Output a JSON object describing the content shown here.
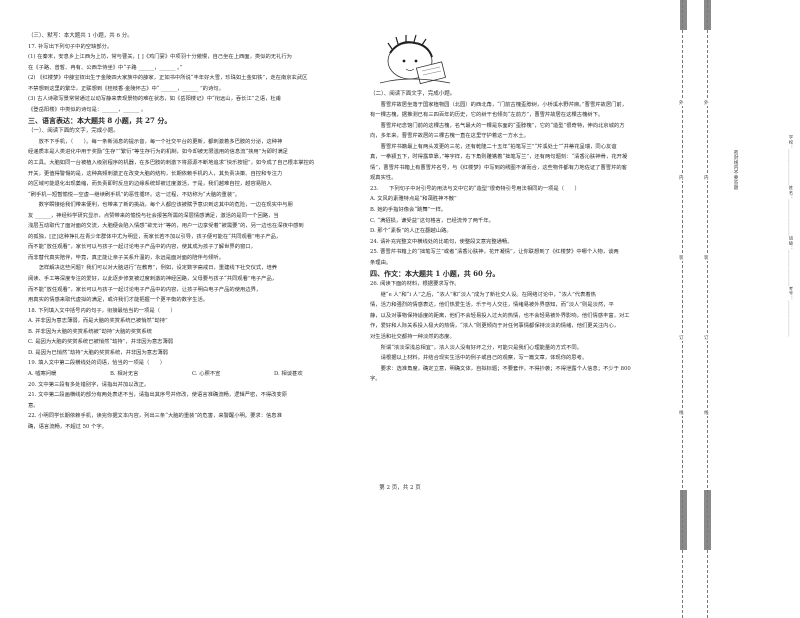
{
  "left_column": [
    {
      "text": "（三）、默写：本大题共 1 小题，共 6 分。",
      "kind": "cap"
    },
    {
      "text": "17. 补写出下列句子中的空缺部分。"
    },
    {
      "text": "(1) 在秦末，安息乡上江西为上坊，常与曹关，[ ]《鸡门宴》中项羽十分傲慢，自己坐在上西面，类似的无礼行为"
    },
    {
      "text": "在《子路、曾晳、冉有、公西华侍坐》中“子路 ______，______ 。”"
    },
    {
      "text": "(2) 《红楼梦》中薛宝钗出生于金陵四大家族中的薛家，正如书中所说“丰年好大雪，珍珠如土金如铁”，走在南京玄武区"
    },
    {
      "text": "不禁想到这里的繁华，正联想到《桂枝香·金陵怀古》中“ ______，______ ”的诗句。"
    },
    {
      "text": "(3) 古人诗歌写景常常通过以动写静来表现景物的难在状态，如《岳阳楼记》中“衔远山，吞长江”之语，杜甫"
    },
    {
      "text": "《登岳阳楼》中类似的诗句是：______，______ 。"
    },
    {
      "text": "三、语言表达：本大题共 8 小题，共 27 分。",
      "kind": "big"
    },
    {
      "text": "（一）、阅读下面的文字，完成小题。",
      "kind": "cap"
    },
    {
      "text": "　　放不下手机，（　　）。每一条新消息的提示音，每一个社交平台的更新，都刺激着多巴胺的分泌，这种神"
    },
    {
      "text": "经递质本是人类进化中用于奖励“生存”“繁衍”等生存行为的机制，如今却被无限滥用的信息流“挟用”为即时满足"
    },
    {
      "text": "的工具。大脑如同一台被植入级别程序的机器，在多巴胺的刺激下将源源不断地追求“快乐按钮”，如今成了自己根本掌控的"
    },
    {
      "text": "开关，更值得警惕的是，这种高频刺激正在改变大脑的结构，长期依赖手机的人，其负责决策、自控和专注力"
    },
    {
      "text": "的区域可能退化出现萎缩，而负责即时反应的边缘系统却被过度激活，于是，我们越难自控，越容易陷入"
    },
    {
      "text": "“刷手机—短暂愉悦—空虚—继续刷手机”的恶性循环。这一过程，不妨称为“大脑的重装”。"
    },
    {
      "text": "　　数字瞬接给我们带来便利，也带来了新的挑战，每个人都应该被赋予意识到这其中的危险，一边在现实中与朋"
    },
    {
      "text": "友 ______，神经科学研究显示，点赞带来的愉悦与社会报答所需的深层情感满足，激活的是同一个回路，当"
    },
    {
      "text": "浅层互动取代了面对面的交流，大脑便会陷入情感“欲无计”等的，用户一边享受着“被需要”的，另一边也在深夜中感到"
    },
    {
      "text": "的孤独，[正]这种挣扎在青少年群体中尤为明显，而家长若不加以引导，孩子便可能在“共同观看”电子产品，"
    },
    {
      "text": "而不能“放任观看”，家长可以与孩子一起讨论电子产品中的内容，使其成为孩子了解世界的窗口，"
    },
    {
      "text": "而非替代真实陪伴，毕竟，真正能让亲子关系升温的，永远是面对面的陪伴与倾听。"
    },
    {
      "text": "　　怎样解决这些问题？我们可以对大脑进行“在教育”，例如，设定数字斋戒日，重建线下社交仪式，培养"
    },
    {
      "text": "阅读、手工等深度专注的爱好，以此逐步修复被过度刺激的神经回路，父母要与孩子“共同观看”电子产品，"
    },
    {
      "text": "而不能“放任观看”，家长可以与孩子一起讨论电子产品中的内容，让孩子明白电子产品的使用边界，"
    },
    {
      "text": "用真实的情感来取代虚拟的满足，或许我们才能把握一个更平衡的数字生活。"
    },
    {
      "text": "18. 下列填入文中括号内的句子，衔接最恰当的一项是（　　）"
    },
    {
      "text": "A. 并非因为意志薄弱，而是大脑的奖赏系统已被悄然“劫持”"
    },
    {
      "text": "B. 并非因为大脑的奖赏系统被“劫持”大脑的奖赏系统"
    },
    {
      "text": "C. 是因为大脑的奖赏系统已被悄然“劫持”，并非因为意志薄弱"
    },
    {
      "text": "D. 是因为已悄然“劫持”大脑的奖赏系统，并非因为意志薄弱"
    },
    {
      "kind": "opts",
      "items": [
        "19. 填入文中第二段横线处的词语，恰当的一项是（　　）"
      ]
    },
    {
      "kind": "opts",
      "items": [
        "A. 嘘寒问暖",
        "B. 相对无言",
        "C. 心照不宣",
        "D. 相谈甚欢"
      ]
    },
    {
      "text": "20. 文中第三段有多处错别字，请指出并加以改正。"
    },
    {
      "text": "21. 文中第二段画横线的部分有两处表述不当，请指出其序号并修改，使语言准确流畅，逻辑严密，不得改变原"
    },
    {
      "text": "意。"
    },
    {
      "text": "22. 小明同学长期依赖手机，读完你据文本内容，列出三条“大脑的重装”的危害，来警醒小明。要求：信息准"
    },
    {
      "text": "确，语言流畅，不超过 50 个字。"
    }
  ],
  "right_column_top": [
    {
      "text": "（二）、阅读下面文字，完成小题。",
      "kind": "cap"
    },
    {
      "text": "　　曹雪芹故居坐落于国家植物园（北园）的西北角，“门前古槐歪脖树，小桥溪水野芹麻。”曹雪芹故居门前，"
    },
    {
      "text": "有一棵古槐，据推测已有三四百年的历史，它的树干也倾向“左前方”，曹雪芹故居在这棵古槐树下。"
    },
    {
      "text": "　　曹雪芹纪念馆门前的这棵古槐，名气最大的一棵是东面的“歪脖槐”，它的“造型”很奇特，伸向北京城的方"
    },
    {
      "text": "向，多年来，曹雪芹故居的三棵古槐一直在这里守护着这一方水土。"
    },
    {
      "text": "　　曹雪芹书籍最上有两头发更的三花，还有乾隆二十五年“拍笔写兰”“芹溪处士”“并蒂花呈瑞，同心友谊"
    },
    {
      "text": "真，一拳颍五下，时得露草靠，”等字样，右下角则雕镌着“拙笔写兰”，还有两句题刻：“清香沁肤神骨，花开凝"
    },
    {
      "text": "情”，曹雪芹书箱上有曹雪芹名号，与《红楼梦》中写到的绣图不谋而合，这些物件都有力地佐证了曹雪芹的客"
    },
    {
      "text": "观真实性。"
    }
  ],
  "right_column_bottom": [
    {
      "text": "23.　　下列句子中对引号的用法与文中它的“造型”很奇特引号用法相同的一项是（　　）"
    },
    {
      "text": "A. 文风的素雅特点是“和蔼胜神不散”"
    },
    {
      "text": "B. 她的手指好像会“跳舞”一样。"
    },
    {
      "text": "C. “满招损，谦受益”这句格言，已经流传了两千年。"
    },
    {
      "text": "D. 那个“素板”的人正在翻越山路。"
    },
    {
      "text": "24. 请补充完整文中横线处的比喻句，使整段文意完整通畅。"
    },
    {
      "text": "25. 曹雪芹书箱上的“拙笔写兰”或者“清香沁肤神，花开凝情”，让你联想到了《红楼梦》中哪个人物，谈两"
    },
    {
      "text": "条理由。"
    },
    {
      "text": "四、作文：本大题共 1 小题，共 60 分。",
      "kind": "big"
    },
    {
      "text": "26. 阅读下面的材料，根据要求写作。"
    },
    {
      "text": "　　继“e 人”和“i 人”之后，“浓人”和“淡人”成为了新社交人设。在网络讨论中，“浓人”代表着热"
    },
    {
      "text": "情，活力和强烈的情感表达，他们热爱生活，乐于与人交往，情绪易被外界感知，而“淡人”则是淡然，平"
    },
    {
      "text": "静，以及对事物保持适度的距离，他们不会轻易投入过大的热情，也不会轻易被外界影响，他们情感丰富，对工"
    },
    {
      "text": "作，爱好和人际关系投入极大的热情，“浓人”则更倾向于对任何事情都保持淡淡的情绪，他们更关注内心，"
    },
    {
      "text": "对生活和社交都持一种淡然的态度。"
    },
    {
      "text": "　　所谓“浓淡深浅总相宜”，浓人淡人没有好坏之分，可能只是我们心理能量的方式不同。"
    },
    {
      "text": "　　请根据以上材料，并结合现实生活中的例子或自己的观察，写一篇文章，体现你的思考。"
    },
    {
      "text": "　　要求：选准角度，确定立意，明确文体，自拟标题；不要套作，不得抄袭；不得泄露个人信息；不少于 800"
    },
    {
      "text": "字。"
    }
  ],
  "footer": "第 2 页，共 2 页",
  "binding": {
    "vertical_text": "学校：＿＿＿＿＿＿＿＿姓名：＿＿＿＿＿＿＿＿班级：＿＿＿＿＿＿＿＿考号：＿＿＿＿＿＿＿＿",
    "notice": "密封线内不要答题",
    "marks": [
      "外",
      "内",
      "装",
      "订",
      "线"
    ]
  }
}
